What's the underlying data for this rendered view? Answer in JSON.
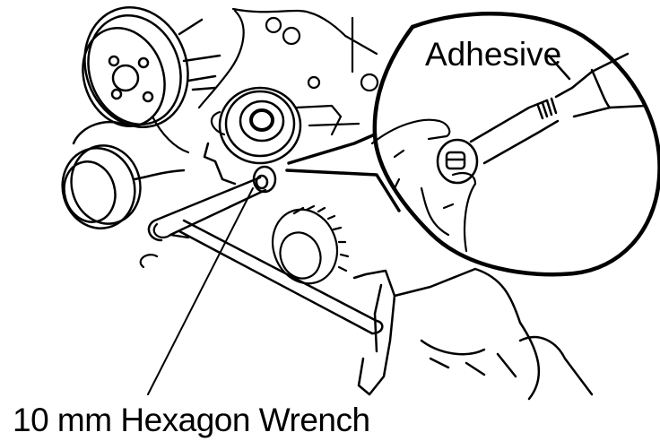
{
  "diagram": {
    "type": "technical-illustration",
    "subject": "Engine front with timing belt idler pulley; hex wrench inserted into idler pulley bolt; inset magnifier showing adhesive applied to bolt threads",
    "colors": {
      "line": "#000000",
      "background": "#ffffff"
    },
    "labels": {
      "adhesive": "Adhesive",
      "wrench": "10 mm Hexagon Wrench"
    }
  }
}
